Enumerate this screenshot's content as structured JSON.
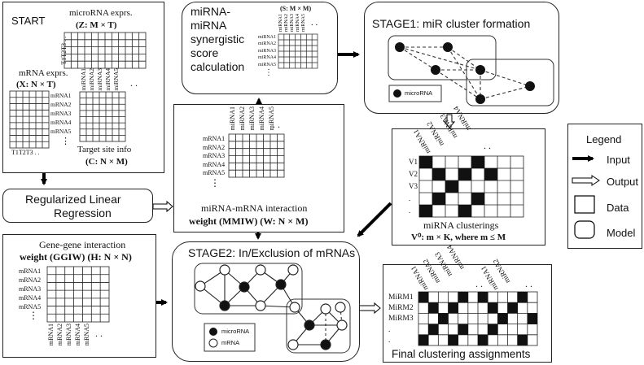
{
  "start": {
    "title": "START",
    "micro_title": "microRNA exprs.",
    "micro_dim": "(Z: M × T)",
    "mrna_title": "mRNA exprs.",
    "mrna_dim": "(X: N × T)",
    "t_labels": "T1T2T3 . .",
    "t_labels_vert": "T1T2T3 . .",
    "target_title": "Target site info",
    "target_dim": "(C: N × M)"
  },
  "mrna_rows": [
    "mRNA1",
    "mRNA2",
    "mRNA3",
    "mRNA4",
    "mRNA5"
  ],
  "mirna_cols": [
    "miRNA1",
    "miRNA2",
    "miRNA3",
    "miRNA4",
    "miRNA5"
  ],
  "mirna_cols_short": [
    "miRNA1",
    "miRNA2",
    "miRNA3",
    "miRNA4"
  ],
  "dots": ". .",
  "vdots": "⋮",
  "synergy": {
    "title": "miRNA-miRNA synergistic score calculation",
    "line1": "miRNA-",
    "line2": "miRNA",
    "line3": "synergistic",
    "line4": "score",
    "line5": "calculation",
    "matrix_label": "(S: M × M)"
  },
  "stage1": {
    "title": "STAGE1: miR cluster formation",
    "legend_label": "microRNA"
  },
  "mmiw": {
    "line1": "miRNA-mRNA interaction",
    "line2": "weight (MMIW) (W: N × M)"
  },
  "regression": {
    "line1": "Regularized Linear",
    "line2": "Regression"
  },
  "clusterings": {
    "rows": [
      "V1",
      "V2",
      "V3",
      ".",
      "."
    ],
    "line1": "miRNA clusterings",
    "line2": "V⁰: m × K, where m ≤ M"
  },
  "ggiw": {
    "line1": "Gene-gene interaction",
    "line2": "weight (GGIW) (H: N × N)"
  },
  "stage2": {
    "title": "STAGE2: In/Exclusion of mRNAs",
    "legend_micro": "microRNA",
    "legend_mrna": "mRNA"
  },
  "final": {
    "rows": [
      "MiRM1",
      "MiRM2",
      "MiRM3",
      ".",
      "."
    ],
    "cols_a": [
      "miRNA1",
      "miRNA2",
      "miRNA3",
      "miRNA4"
    ],
    "cols_b": [
      "miRNA1",
      "miRNA2"
    ],
    "caption": "Final clustering assignments"
  },
  "legend": {
    "title": "Legend",
    "input": "Input",
    "output": "Output",
    "data": "Data",
    "model": "Model"
  }
}
